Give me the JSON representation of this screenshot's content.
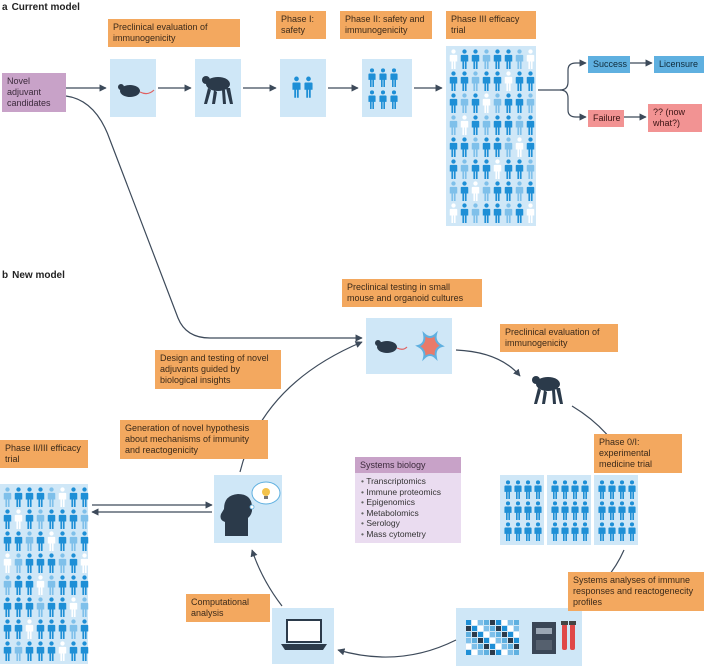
{
  "panel_a": {
    "letter": "a",
    "title": "Current model",
    "novel_candidates": "Novel adjuvant candidates",
    "preclinical_label": "Preclinical evaluation of immunogenicity",
    "phase1_label": "Phase I: safety",
    "phase2_label": "Phase II: safety and immunogenicity",
    "phase3_label": "Phase III efficacy trial",
    "success": "Success",
    "licensure": "Licensure",
    "failure": "Failure",
    "now_what": "?? (now what?)"
  },
  "panel_b": {
    "letter": "b",
    "title": "New model",
    "small_mouse_label": "Preclinical testing in small mouse and organoid cultures",
    "preclinical_label": "Preclinical evaluation of immunogenicity",
    "phase01_label": "Phase 0/I: experimental medicine trial",
    "systems_analyses_label": "Systems analyses of immune responses and reactogenecity profiles",
    "computational_label": "Computational analysis",
    "hypothesis_label": "Generation of novel hypothesis about mechanisms of immunity and reactogenicity",
    "design_label": "Design and testing of novel adjuvants guided by biological insights",
    "phase23_label": "Phase II/III efficacy trial",
    "systems_biology": {
      "title": "Systems biology",
      "items": [
        "Transcriptomics",
        "Immune proteomics",
        "Epigenomics",
        "Metabolomics",
        "Serology",
        "Mass cytometry"
      ]
    }
  },
  "colors": {
    "panel_bg": "#cfe7f7",
    "person_blue": "#1e8fd6",
    "person_light": "#7fc0ea",
    "orange": "#f3a85f",
    "purple": "#c8a2c8",
    "arrow": "#3d4a5a"
  }
}
